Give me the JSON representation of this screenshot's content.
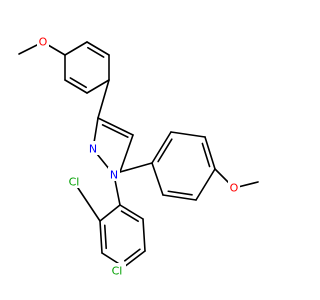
{
  "colors": {
    "background": "#ffffff",
    "bond": "#000000",
    "carbon_text": "#000000",
    "oxygen": "#ff0000",
    "nitrogen": "#0000ff",
    "chlorine": "#00a000"
  },
  "atoms": {
    "o_top": "O",
    "o_right": "O",
    "n2": "N",
    "n1": "N",
    "cl_ortho": "Cl",
    "cl_para": "Cl"
  }
}
